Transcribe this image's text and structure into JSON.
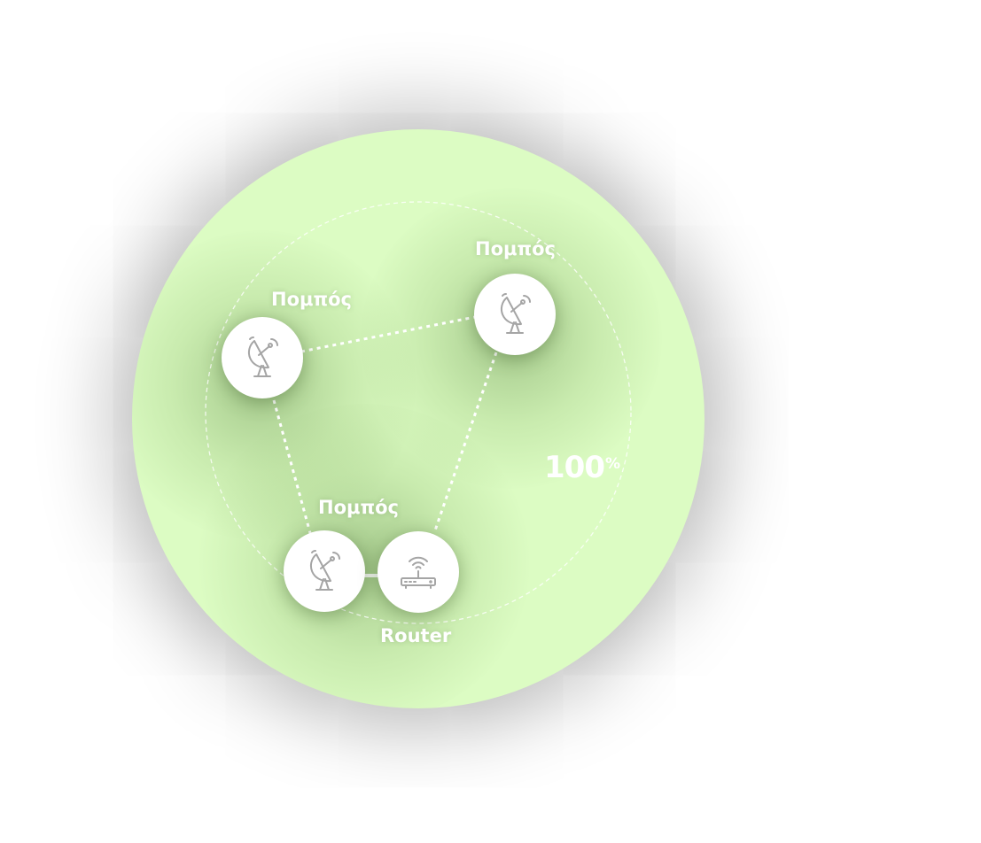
{
  "diagram": {
    "coverage": {
      "value": "100",
      "unit": "%"
    },
    "nodes": [
      {
        "label": "Πομπός",
        "icon": "satellite-dish-icon"
      },
      {
        "label": "Πομπός",
        "icon": "satellite-dish-icon"
      },
      {
        "label": "Πομπός",
        "icon": "satellite-dish-icon"
      },
      {
        "label": "Router",
        "icon": "wifi-router-icon"
      }
    ]
  },
  "colors": {
    "coverage_fill": "#dcfcc3",
    "node_fill": "#ffffff",
    "icon_stroke": "#a5a5a5",
    "label_text": "#ffffff"
  }
}
